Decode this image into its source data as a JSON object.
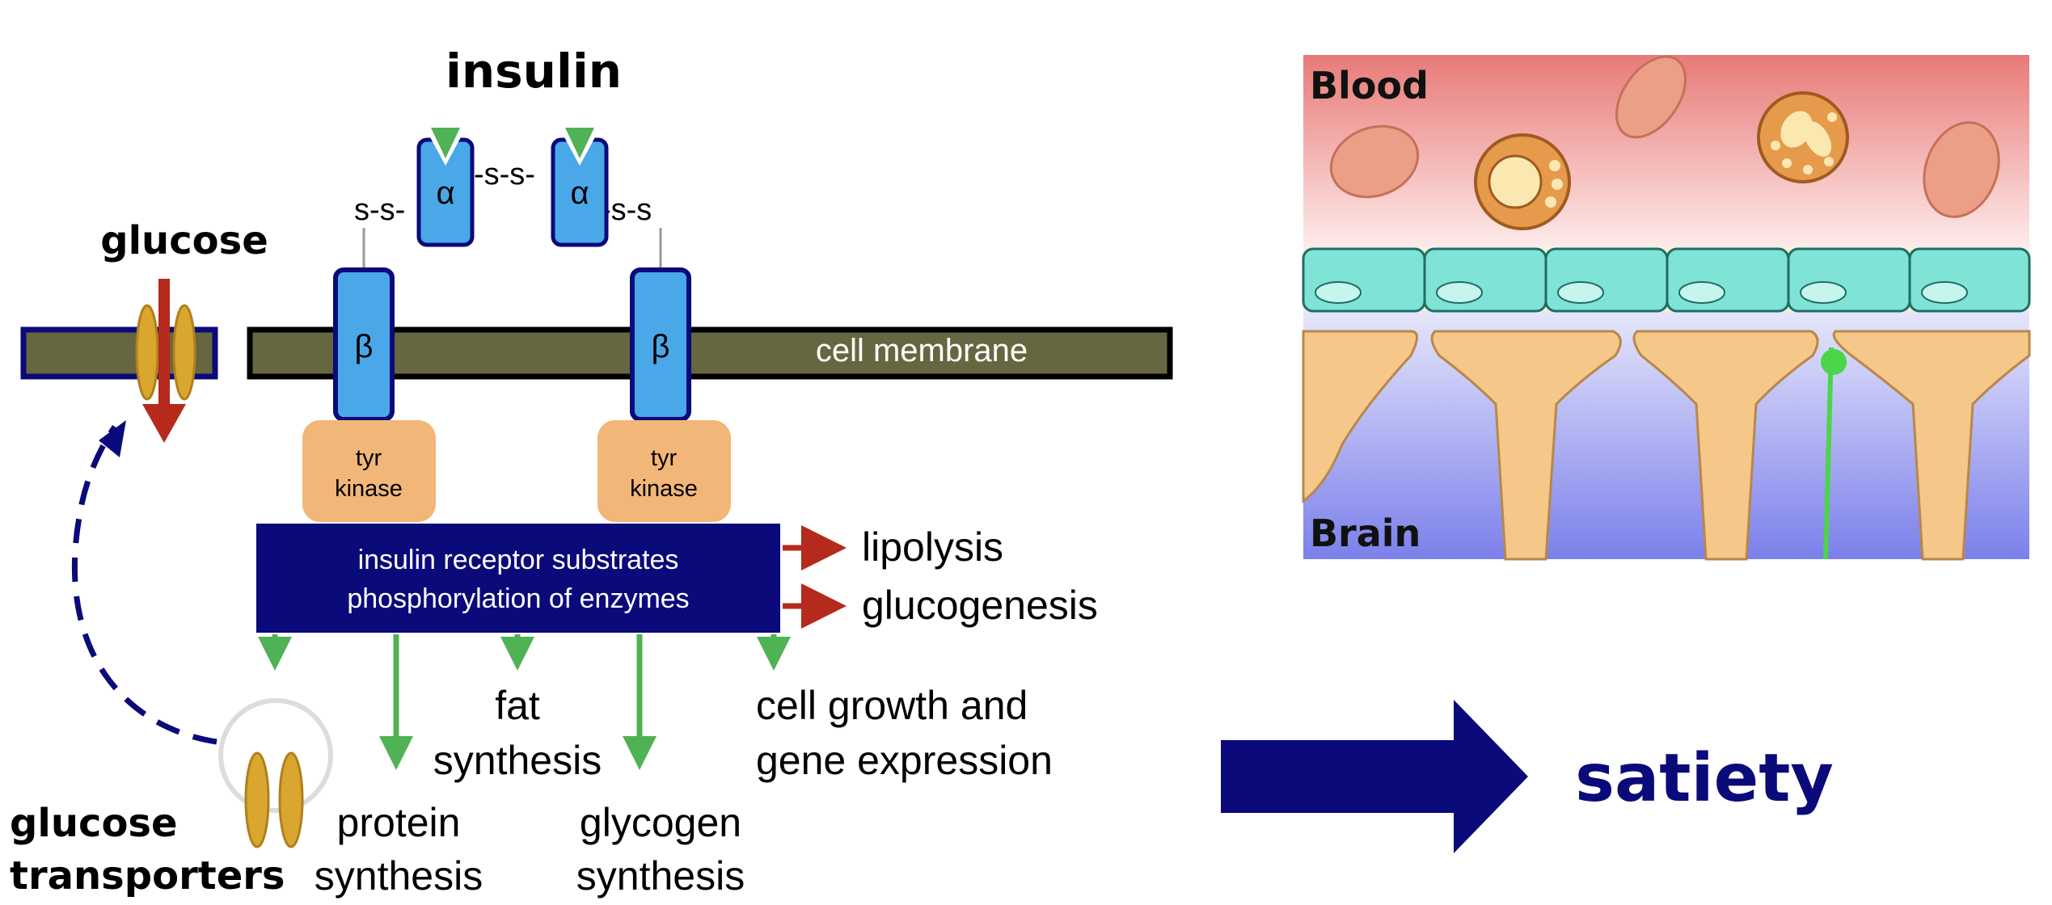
{
  "left_diagram": {
    "insulin_label": "insulin",
    "alpha_symbol": "α",
    "beta_symbol": "β",
    "disulfide_left": "s-s-",
    "disulfide_middle": "-s-s-",
    "disulfide_right": "-s-s",
    "glucose_label": "glucose",
    "membrane_label": "cell membrane",
    "kinase_line1": "tyr",
    "kinase_line2": "kinase",
    "substrates_line1": "insulin receptor substrates",
    "substrates_line2": "phosphorylation of enzymes",
    "lipolysis": "lipolysis",
    "glucogenesis": "glucogenesis",
    "fat_line1": "fat",
    "fat_line2": "synthesis",
    "growth_line1": "cell growth and",
    "growth_line2": "gene expression",
    "protein_line1": "protein",
    "protein_line2": "synthesis",
    "glycogen_line1": "glycogen",
    "glycogen_line2": "synthesis",
    "transporters_line1": "glucose",
    "transporters_line2": "transporters"
  },
  "right_panel": {
    "blood_label": "Blood",
    "brain_label": "Brain"
  },
  "result_label": "satiety",
  "colors": {
    "navy": "#0a0a7a",
    "receptor_blue": "#4aa8e8",
    "membrane_olive": "#666640",
    "kinase_orange": "#f2b678",
    "green_arrow": "#4fb255",
    "red_arrow": "#b52a1c",
    "transporter_gold": "#d9a630"
  }
}
